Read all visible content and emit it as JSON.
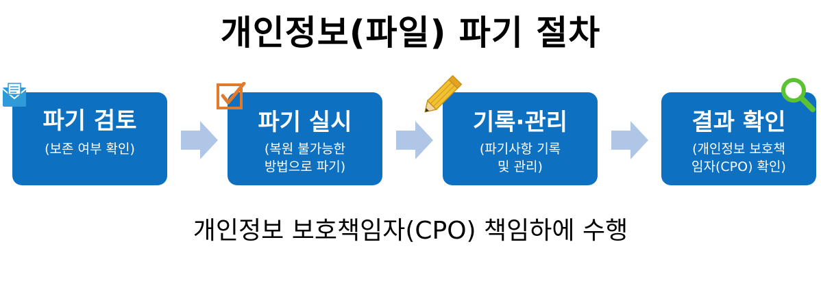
{
  "title": "개인정보(파일) 파기 절차",
  "steps": [
    {
      "title": "파기 검토",
      "desc": "(보존 여부 확인)"
    },
    {
      "title": "파기 실시",
      "desc": "(복원 불가능한\n방법으로 파기)"
    },
    {
      "title": "기록·관리",
      "desc": "(파기사항 기록\n및 관리)"
    },
    {
      "title": "결과 확인",
      "desc": "(개인정보 보호책\n임자(CPO) 확인)"
    }
  ],
  "footer": "개인정보 보호책임자(CPO) 책임하에 수행",
  "colors": {
    "box": "#0E70C0",
    "arrow": "#AFC6E6",
    "check": "#E07B2C",
    "pencil": "#F2C233",
    "magnifier": "#5BC233",
    "envelope": "#2E9BD8"
  }
}
